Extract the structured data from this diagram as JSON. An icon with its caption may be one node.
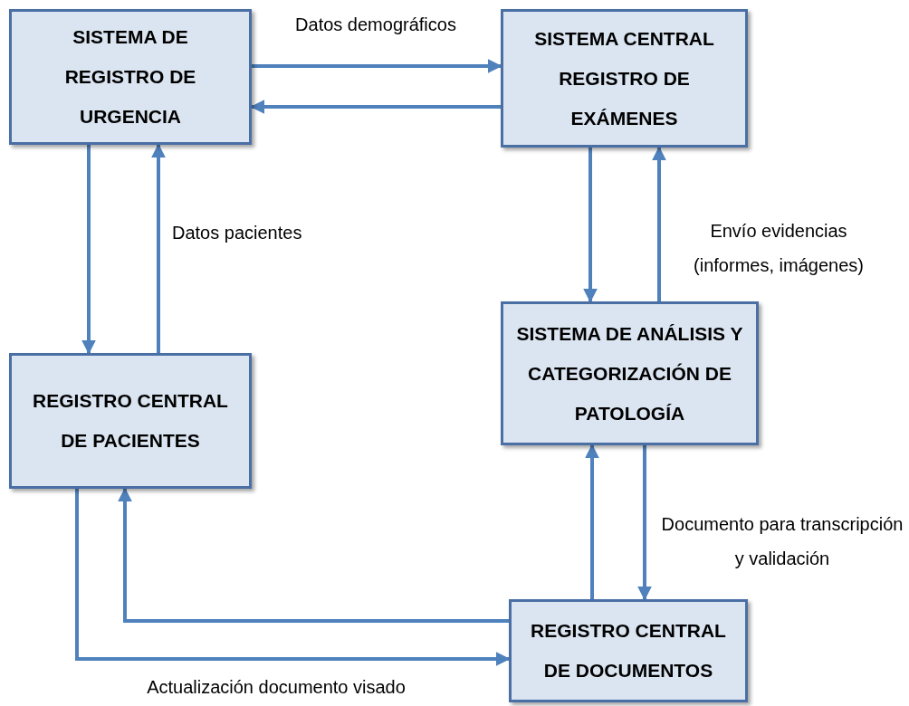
{
  "diagram": {
    "nodes": [
      {
        "text": [
          "SISTEMA DE REGISTRO DE URGENCIA"
        ]
      },
      {
        "text": [
          "SISTEMA CENTRAL REGISTRO DE EXÁMENES"
        ]
      },
      {
        "text": [
          "REGISTRO CENTRAL DE PACIENTES"
        ]
      },
      {
        "text": [
          "SISTEMA DE ANÁLISIS Y CATEGORIZACIÓN DE PATOLOGÍA"
        ]
      },
      {
        "text": [
          "REGISTRO CENTRAL DE DOCUMENTOS"
        ]
      }
    ],
    "edges": [
      {
        "from": 0,
        "to": 1,
        "arrow": "to",
        "label": "Datos demográficos"
      },
      {
        "from": 1,
        "to": 0,
        "arrow": "to"
      },
      {
        "from": 0,
        "to": 2,
        "arrow": "to"
      },
      {
        "from": 2,
        "to": 0,
        "arrow": "to",
        "label": "Datos pacientes"
      },
      {
        "from": 1,
        "to": 3,
        "arrow": "to"
      },
      {
        "from": 3,
        "to": 1,
        "arrow": "to",
        "label": "Envío evidencias (informes, imágenes)"
      },
      {
        "from": 4,
        "to": 3,
        "arrow": "to"
      },
      {
        "from": 3,
        "to": 4,
        "arrow": "to",
        "label": "Documento para transcripción y validación"
      },
      {
        "from": 4,
        "to": 2,
        "arrow": "to"
      },
      {
        "from": 2,
        "to": 4,
        "arrow": "to",
        "label": "Actualización documento visado"
      }
    ]
  }
}
